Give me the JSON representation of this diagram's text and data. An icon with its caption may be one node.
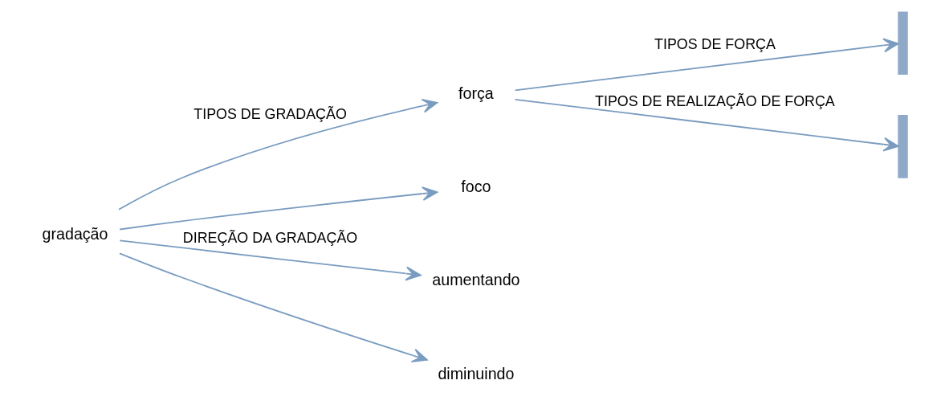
{
  "diagram": {
    "nodes": [
      {
        "text": [
          "gradação"
        ]
      },
      {
        "text": [
          "força"
        ]
      },
      {
        "text": [
          "foco"
        ]
      },
      {
        "text": [],
        "shape": "bar"
      },
      {
        "text": [],
        "shape": "bar"
      },
      {
        "text": [
          "aumentando"
        ]
      },
      {
        "text": [
          "diminuindo"
        ]
      }
    ],
    "edges": [
      {
        "from": 0,
        "to": 1,
        "arrow": "to",
        "label": "TIPOS DE GRADAÇÃO"
      },
      {
        "from": 0,
        "to": 2,
        "arrow": "to"
      },
      {
        "from": 1,
        "to": 3,
        "arrow": "to",
        "label": "TIPOS DE FORÇA"
      },
      {
        "from": 1,
        "to": 4,
        "arrow": "to",
        "label": "TIPOS DE REALIZAÇÃO DE FORÇA"
      },
      {
        "from": 0,
        "to": 5,
        "arrow": "to",
        "label": "DIREÇÃO DA GRADAÇÃO"
      },
      {
        "from": 0,
        "to": 6,
        "arrow": "to"
      }
    ]
  }
}
